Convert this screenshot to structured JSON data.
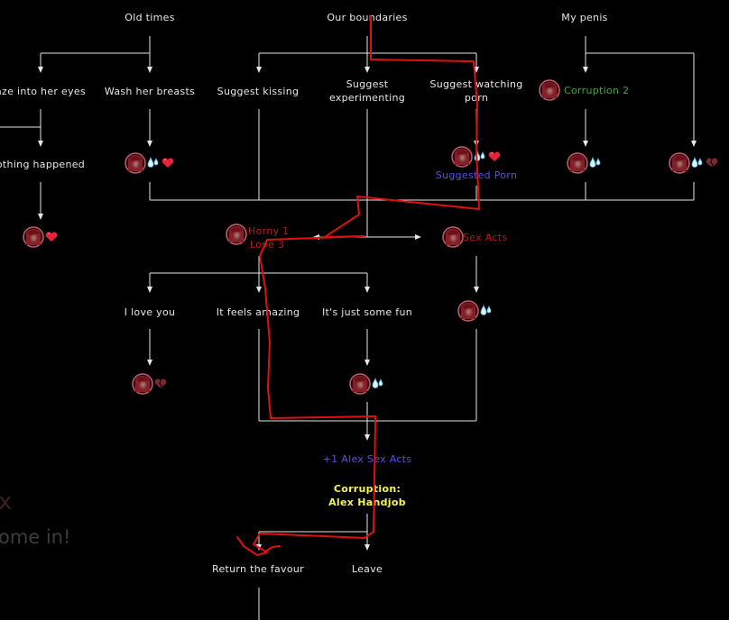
{
  "colors": {
    "background": "#000000",
    "line": "#e6e6e6",
    "text": "#e8e8e8",
    "red_stat": "#b21e1e",
    "green_stat": "#3aa83a",
    "blue_stat": "#5555e0",
    "yellow_stat": "#f4f45a",
    "annotation": "#e01010"
  },
  "topics": {
    "old_times": "Old times",
    "our_boundaries": "Our boundaries",
    "my_penis": "My penis"
  },
  "choices": {
    "gaze": "aze into her eyes",
    "wash": "Wash her breasts",
    "suggest_kissing": "Suggest kissing",
    "suggest_exp_1": "Suggest",
    "suggest_exp_2": "experimenting",
    "suggest_porn_1": "Suggest watching",
    "suggest_porn_2": "porn",
    "nothing": "othing happened",
    "love_you": "I love you",
    "feels_amazing": "It feels amazing",
    "just_fun": "It's just some fun",
    "return_favour": "Return the favour",
    "leave": "Leave"
  },
  "stats": {
    "corruption2": "Corruption 2",
    "suggested_porn": "Suggested Porn",
    "horny1": "Horny 1",
    "love3": "Love 3",
    "sex_acts": "Sex Acts",
    "alex_sex_acts": "+1 Alex Sex Acts",
    "corruption_label": "Corruption:",
    "alex_handjob": "Alex Handjob"
  },
  "background_text": {
    "x_char": "x",
    "come_in": "ome in!"
  },
  "icons": {
    "portrait": "alex-portrait-icon",
    "heart": "heart-icon",
    "broken_heart": "broken-heart-icon",
    "drops": "droplets-icon"
  }
}
